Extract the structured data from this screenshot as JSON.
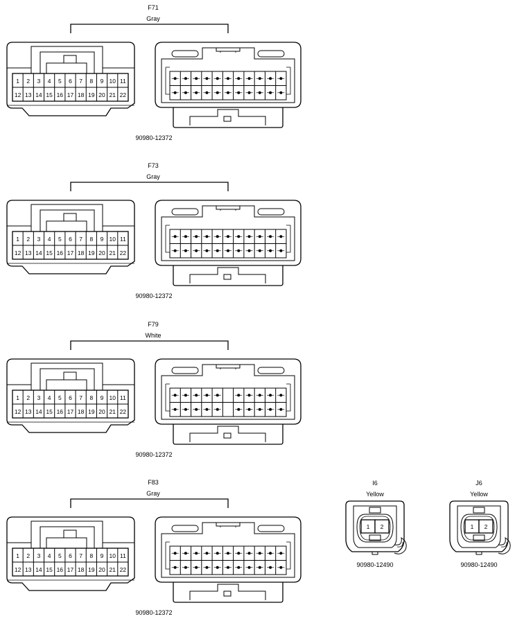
{
  "connectors": [
    {
      "id": "F71",
      "color": "Gray",
      "part": "90980-12372",
      "pins_top": [
        "1",
        "2",
        "3",
        "4",
        "5",
        "6",
        "7",
        "8",
        "9",
        "10",
        "11"
      ],
      "pins_bottom": [
        "12",
        "13",
        "14",
        "15",
        "16",
        "17",
        "18",
        "19",
        "20",
        "21",
        "22"
      ],
      "dot_rows": [
        [
          1,
          1,
          1,
          1,
          1,
          1,
          1,
          1,
          1,
          1,
          1
        ],
        [
          1,
          1,
          1,
          1,
          1,
          1,
          1,
          1,
          1,
          1,
          1
        ]
      ]
    },
    {
      "id": "F73",
      "color": "Gray",
      "part": "90980-12372",
      "pins_top": [
        "1",
        "2",
        "3",
        "4",
        "5",
        "6",
        "7",
        "8",
        "9",
        "10",
        "11"
      ],
      "pins_bottom": [
        "12",
        "13",
        "14",
        "15",
        "16",
        "17",
        "18",
        "19",
        "20",
        "21",
        "22"
      ],
      "dot_rows": [
        [
          1,
          1,
          1,
          1,
          1,
          1,
          1,
          1,
          1,
          1,
          1
        ],
        [
          1,
          1,
          1,
          1,
          1,
          1,
          1,
          1,
          1,
          1,
          1
        ]
      ]
    },
    {
      "id": "F79",
      "color": "White",
      "part": "90980-12372",
      "pins_top": [
        "1",
        "2",
        "3",
        "4",
        "5",
        "6",
        "7",
        "8",
        "9",
        "10",
        "11"
      ],
      "pins_bottom": [
        "12",
        "13",
        "14",
        "15",
        "16",
        "17",
        "18",
        "19",
        "20",
        "21",
        "22"
      ],
      "dot_rows": [
        [
          1,
          1,
          1,
          1,
          1,
          0,
          1,
          1,
          1,
          1,
          1
        ],
        [
          1,
          1,
          1,
          1,
          1,
          0,
          1,
          1,
          1,
          1,
          1
        ]
      ]
    },
    {
      "id": "F83",
      "color": "Gray",
      "part": "90980-12372",
      "pins_top": [
        "1",
        "2",
        "3",
        "4",
        "5",
        "6",
        "7",
        "8",
        "9",
        "10",
        "11"
      ],
      "pins_bottom": [
        "12",
        "13",
        "14",
        "15",
        "16",
        "17",
        "18",
        "19",
        "20",
        "21",
        "22"
      ],
      "dot_rows": [
        [
          1,
          1,
          1,
          1,
          1,
          1,
          1,
          1,
          1,
          1,
          1
        ],
        [
          1,
          1,
          1,
          1,
          1,
          1,
          1,
          1,
          1,
          1,
          1
        ]
      ]
    }
  ],
  "small_connectors": [
    {
      "id": "I6",
      "color": "Yellow",
      "part": "90980-12490",
      "pins": [
        "1",
        "2"
      ]
    },
    {
      "id": "J6",
      "color": "Yellow",
      "part": "90980-12490",
      "pins": [
        "1",
        "2"
      ]
    }
  ]
}
